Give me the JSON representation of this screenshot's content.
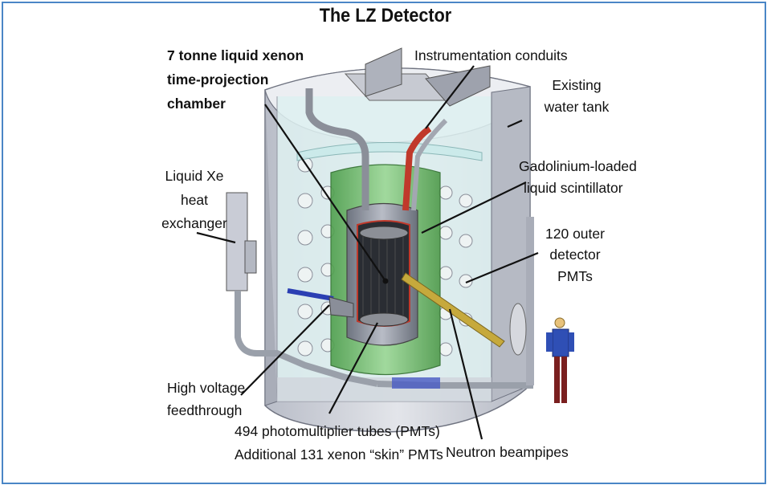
{
  "title": "The LZ Detector",
  "labels": {
    "tpc_line1": "7 tonne liquid xenon",
    "tpc_line2": "time-projection",
    "tpc_line3": "chamber",
    "conduits": "Instrumentation conduits",
    "tank_line1": "Existing",
    "tank_line2": "water tank",
    "gd_line1": "Gadolinium-loaded",
    "gd_line2": "liquid scintillator",
    "hx_line1": "Liquid Xe",
    "hx_line2": "heat",
    "hx_line3": "exchanger",
    "outer_line1": "120 outer",
    "outer_line2": "detector",
    "outer_line3": "PMTs",
    "hv_line1": "High voltage",
    "hv_line2": "feedthrough",
    "pmt_line1": "494 photomultiplier tubes (PMTs)",
    "pmt_line2": "Additional 131 xenon “skin” PMTs",
    "neutron": "Neutron beampipes"
  },
  "colors": {
    "frame": "#4a86c6",
    "tank": "#c9ccd6",
    "water": "#d6eeee",
    "scintillator": "#7fc77a",
    "cryostat": "#9aa0ab",
    "conduit_red": "#c0392b",
    "beampipe": "#c6a93c",
    "hv_blue": "#2b3fb3"
  }
}
